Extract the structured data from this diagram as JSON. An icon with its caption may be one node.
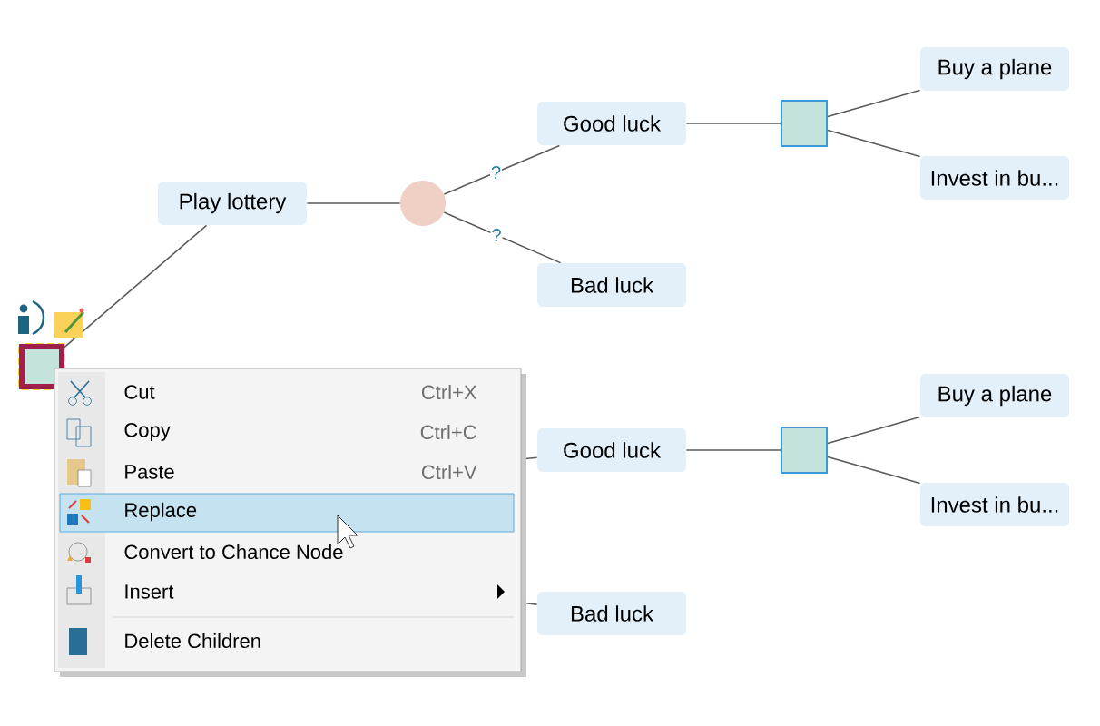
{
  "diagram": {
    "nodes": [
      {
        "text": [],
        "shape": "box"
      },
      {
        "text": [
          "Play lottery"
        ]
      },
      {
        "text": [],
        "shape": "circle"
      },
      {
        "text": [
          "Good luck"
        ]
      },
      {
        "text": [
          "Bad luck"
        ]
      },
      {
        "text": [],
        "shape": "box"
      },
      {
        "text": [
          "Buy a plane"
        ]
      },
      {
        "text": [
          "Invest in bu..."
        ]
      },
      {
        "text": [
          "Good luck"
        ]
      },
      {
        "text": [
          "Bad luck"
        ]
      },
      {
        "text": [],
        "shape": "box"
      },
      {
        "text": [
          "Buy a plane"
        ]
      },
      {
        "text": [
          "Invest in bu..."
        ]
      }
    ],
    "edges": [
      {
        "from": 0,
        "to": 1,
        "arrow": "none"
      },
      {
        "from": 1,
        "to": 2,
        "arrow": "none"
      },
      {
        "from": 2,
        "to": 3,
        "arrow": "none",
        "label": "?"
      },
      {
        "from": 2,
        "to": 4,
        "arrow": "none",
        "label": "?"
      },
      {
        "from": 3,
        "to": 5,
        "arrow": "none"
      },
      {
        "from": 5,
        "to": 6,
        "arrow": "none"
      },
      {
        "from": 5,
        "to": 7,
        "arrow": "none"
      },
      {
        "from": null,
        "to": 8,
        "arrow": "none"
      },
      {
        "from": null,
        "to": 9,
        "arrow": "none"
      },
      {
        "from": 8,
        "to": 10,
        "arrow": "none"
      },
      {
        "from": 10,
        "to": 11,
        "arrow": "none"
      },
      {
        "from": 10,
        "to": 12,
        "arrow": "none"
      }
    ],
    "labels": [
      "Cut",
      "Ctrl+X",
      "Copy",
      "Ctrl+C",
      "Paste",
      "Ctrl+V",
      "Replace",
      "Convert to Chance Node",
      "Insert",
      "Delete Children"
    ]
  }
}
